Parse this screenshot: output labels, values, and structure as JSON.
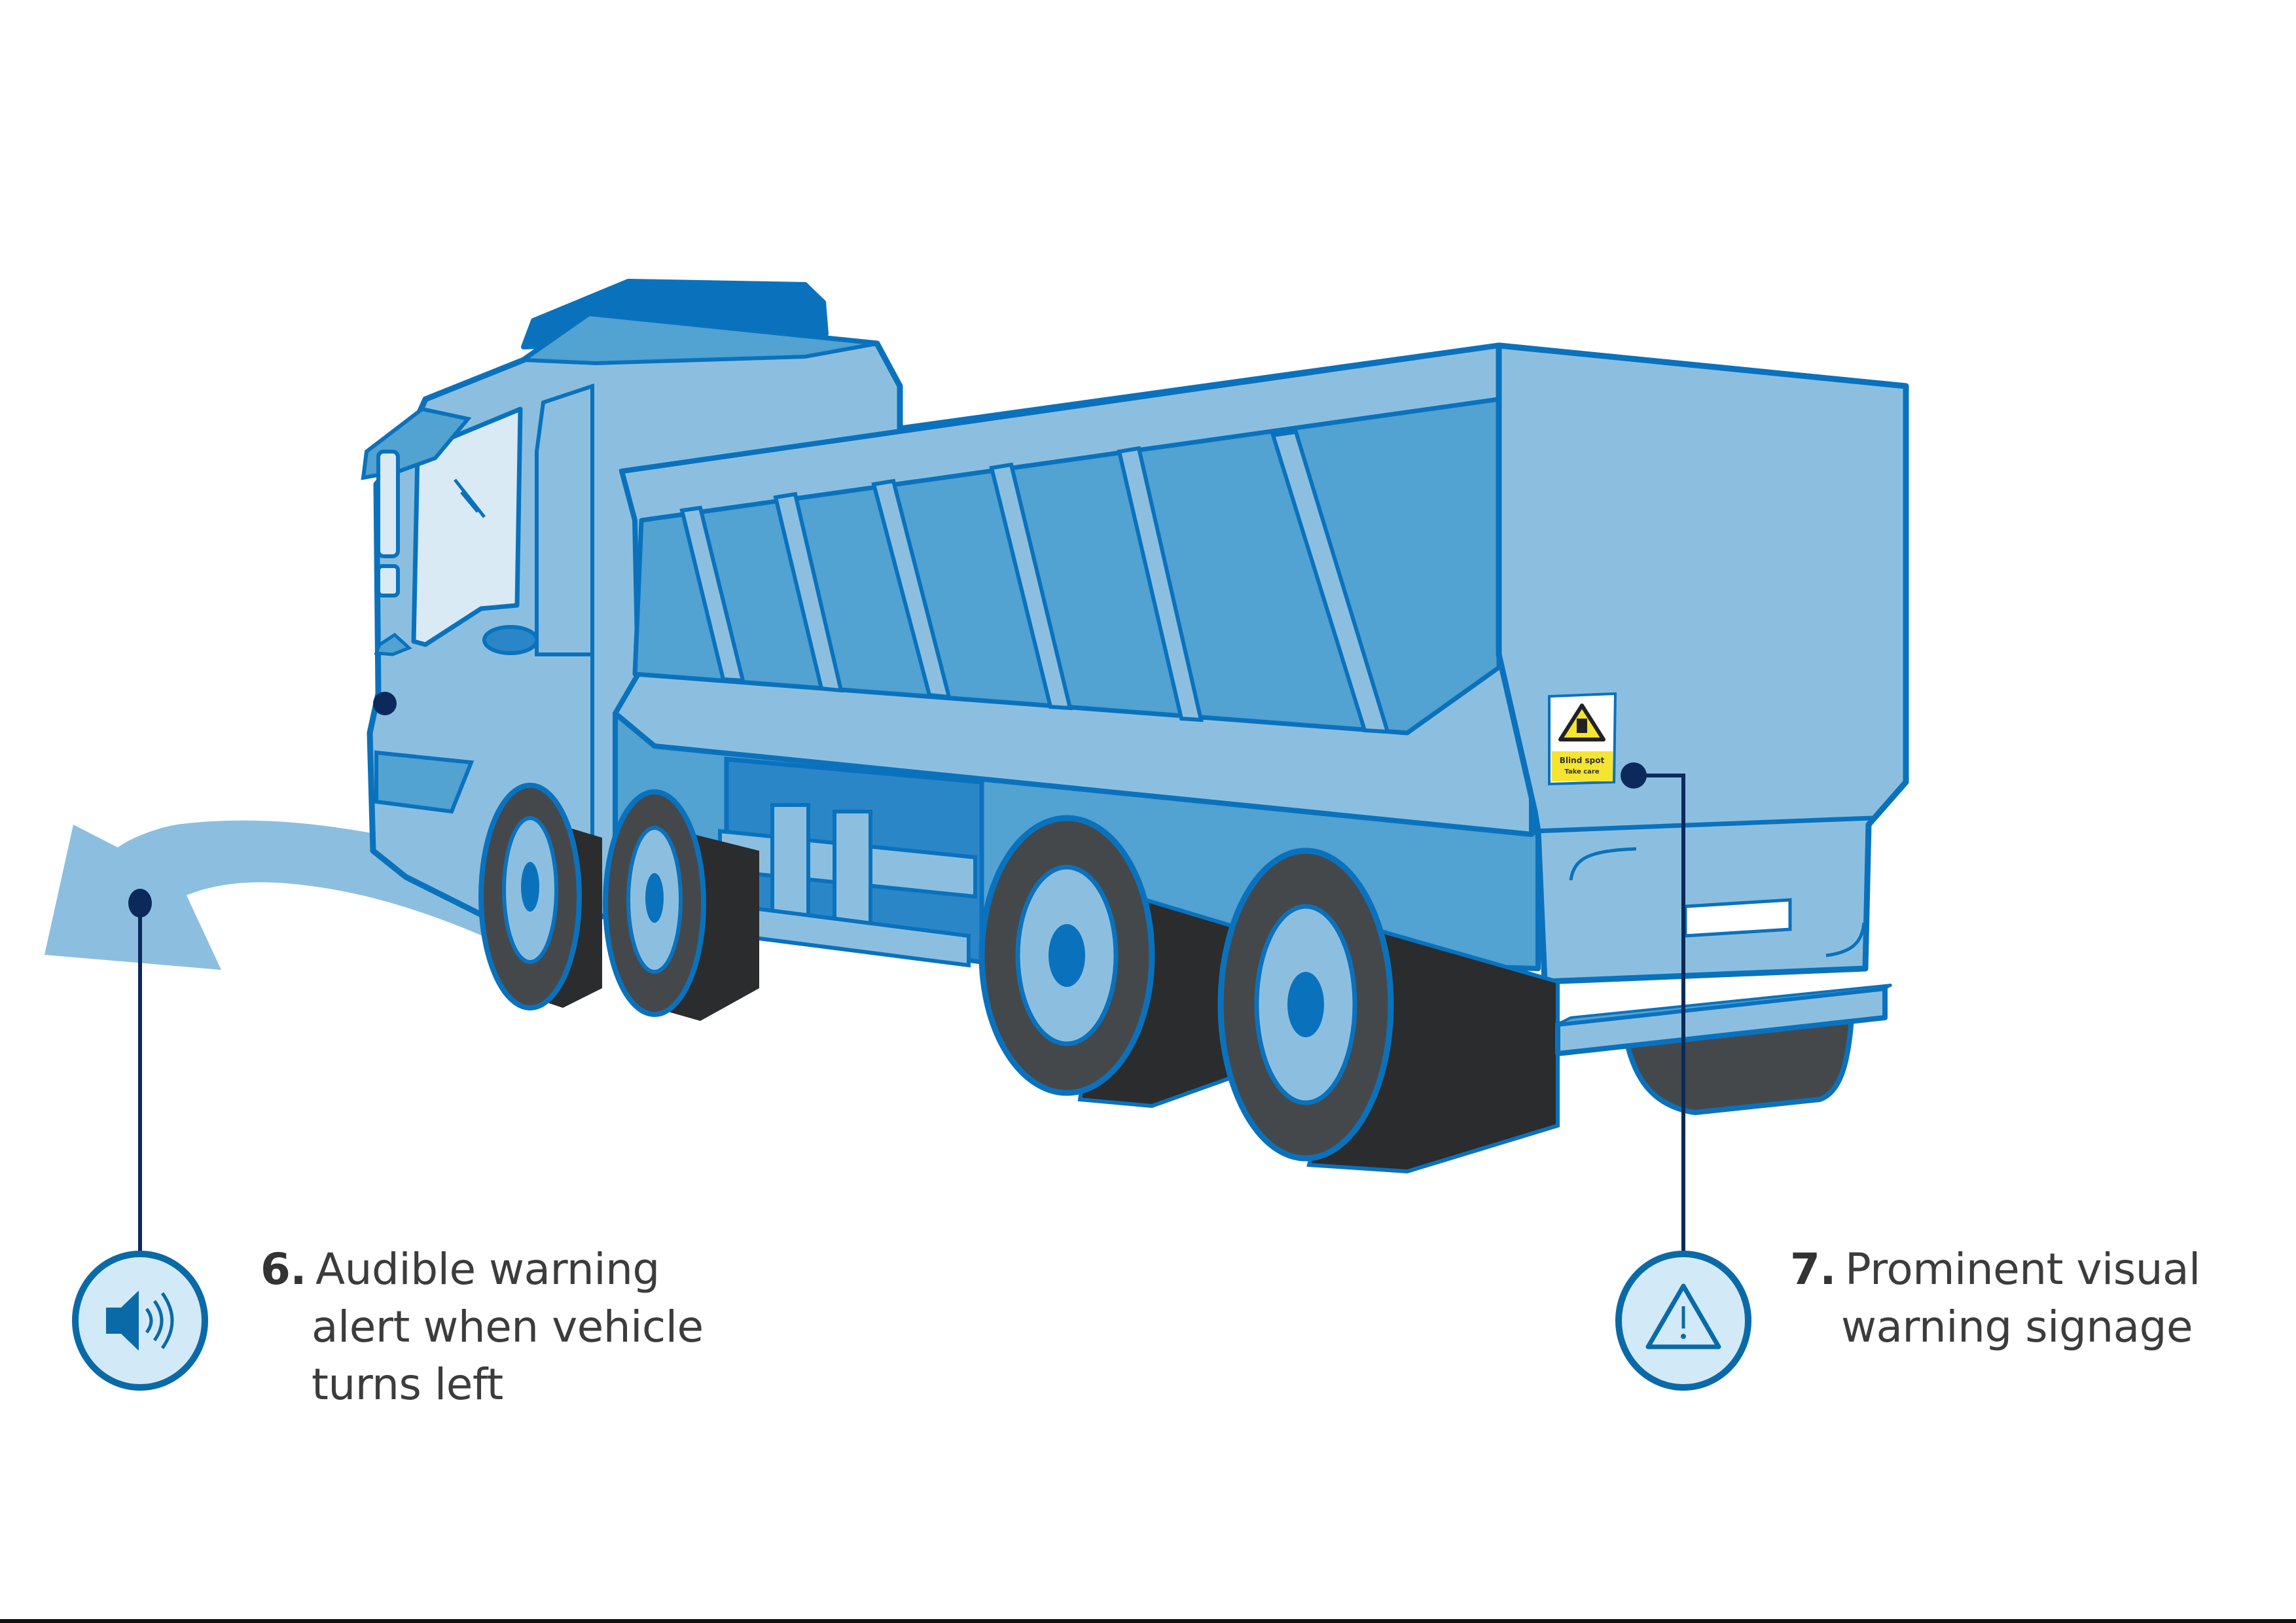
{
  "colors": {
    "outline": "#0a72bd",
    "body_light": "#8cbfdf",
    "body_mid": "#52a2d2",
    "body_dark": "#2b86c8",
    "roof_dark": "#0a72bd",
    "glass": "#d9eaf5",
    "tyre": "#45484b",
    "tyre_dark": "#2a2c2e",
    "arrow": "#8cbfdf",
    "leader_line": "#0b2a5b",
    "icon_fill": "#d2eaf7",
    "icon_ring": "#0a6aa8",
    "sign_yellow": "#f5e431",
    "text": "#3c3c3c"
  },
  "illustration": {
    "subject": "tipper-truck",
    "turn_arrow_direction": "left",
    "sign_on_truck": {
      "line1": "Blind spot",
      "line2": "Take care"
    }
  },
  "callouts": [
    {
      "number": "6.",
      "lines": [
        "Audible warning",
        "alert when vehicle",
        "turns left"
      ],
      "icon": "speaker-icon"
    },
    {
      "number": "7.",
      "lines": [
        "Prominent visual",
        "warning signage"
      ],
      "icon": "warning-triangle-icon"
    }
  ]
}
